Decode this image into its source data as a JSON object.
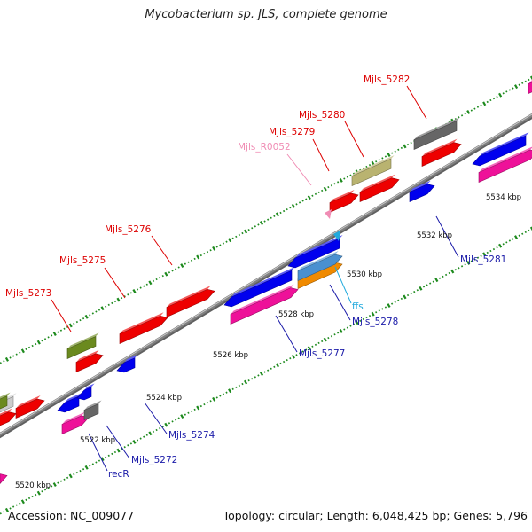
{
  "title": "Mycobacterium sp. JLS, complete genome",
  "footer": {
    "accession": "Accession: NC_009077",
    "summary": "Topology: circular; Length: 6,048,425 bp; Genes: 5,796"
  },
  "colors": {
    "label_top": "#dd0000",
    "label_bottom": "#1a1aa8",
    "label_rna": "#f08cb4",
    "label_misc": "#22aadd",
    "backbone": "#808080",
    "tick": "#1d8a1d"
  },
  "scale_labels": [
    "5520 kbp",
    "5522 kbp",
    "5524 kbp",
    "5526 kbp",
    "5528 kbp",
    "5530 kbp",
    "5532 kbp",
    "5534 kbp"
  ],
  "gene_labels": [
    {
      "text": "Mjls_5273",
      "kind": "top"
    },
    {
      "text": "Mjls_5275",
      "kind": "top"
    },
    {
      "text": "Mjls_5276",
      "kind": "top"
    },
    {
      "text": "Mjls_5279",
      "kind": "top"
    },
    {
      "text": "Mjls_5280",
      "kind": "top"
    },
    {
      "text": "Mjls_5282",
      "kind": "top"
    },
    {
      "text": "Mjls_R0052",
      "kind": "rna"
    },
    {
      "text": "Mjls_5281",
      "kind": "bottom"
    },
    {
      "text": "Mjls_5278",
      "kind": "bottom"
    },
    {
      "text": "Mjls_5277",
      "kind": "bottom"
    },
    {
      "text": "Mjls_5274",
      "kind": "bottom"
    },
    {
      "text": "Mjls_5272",
      "kind": "bottom"
    },
    {
      "text": "recR",
      "kind": "bottom"
    },
    {
      "text": "ffs",
      "kind": "misc"
    }
  ]
}
